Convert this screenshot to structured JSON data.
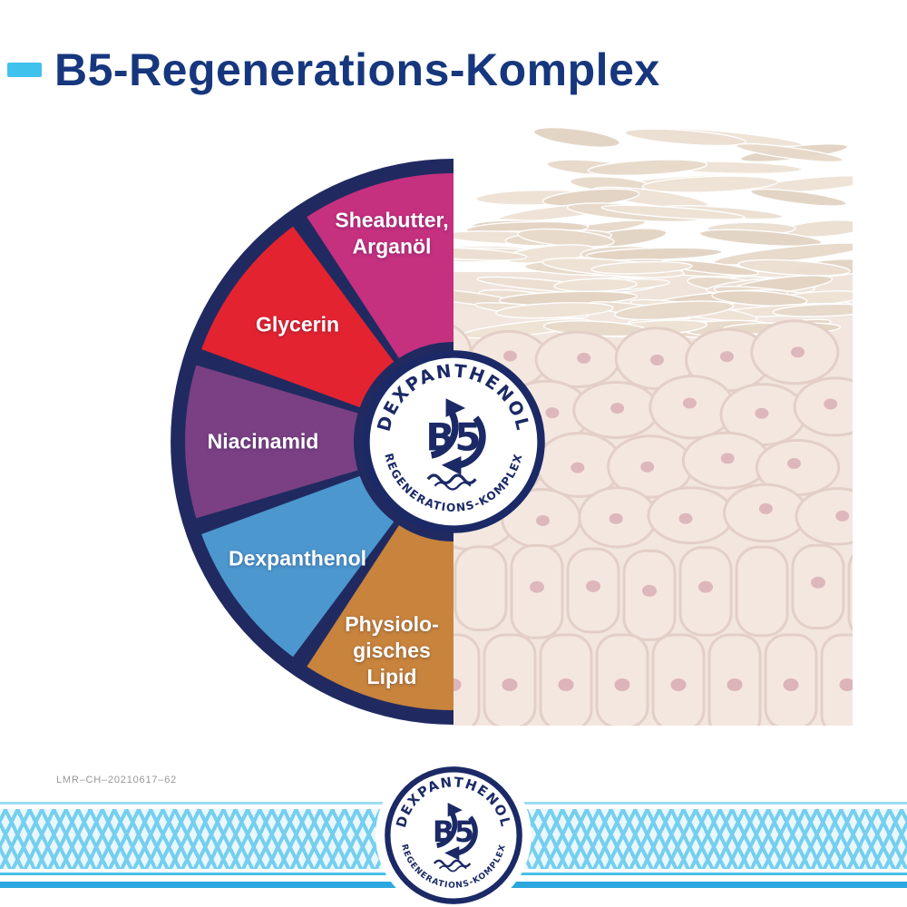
{
  "header": {
    "title": "B5-Regenerations-Komplex",
    "title_color": "#16377E",
    "accent_color": "#41C2ED"
  },
  "wheel": {
    "ring_color": "#202A60",
    "label_color": "#FFFFFF",
    "segments": [
      {
        "id": "sheabutter-arganoel",
        "label_lines": [
          "Sheabutter,",
          "Arganöl"
        ],
        "color": "#C5307F"
      },
      {
        "id": "glycerin",
        "label_lines": [
          "Glycerin"
        ],
        "color": "#E32330"
      },
      {
        "id": "niacinamid",
        "label_lines": [
          "Niacinamid"
        ],
        "color": "#7B4084"
      },
      {
        "id": "dexpanthenol",
        "label_lines": [
          "Dexpanthenol"
        ],
        "color": "#4C97CE"
      },
      {
        "id": "physiologisches-lipid",
        "label_lines": [
          "Physiolo-",
          "gisches",
          "Lipid"
        ],
        "color": "#C8833C"
      }
    ]
  },
  "badge": {
    "top_text": "DEXPANTHENOL",
    "center_text": "B5",
    "bottom_text": "REGENERATIONS-KOMPLEX",
    "navy": "#1B2A66"
  },
  "skin": {
    "base_color": "#F2E6DF",
    "cell_fill": "#F4E7E0",
    "cell_stroke": "#E3CFC7",
    "nucleus_color": "#D9AEB6",
    "flake_colors": [
      "#E8DACB",
      "#EFE3D6",
      "#E3D4C4",
      "#ECDFD2"
    ]
  },
  "footer": {
    "code": "LMR–CH–20210617–62",
    "band_line_color": "#2AA7DE",
    "band_lattice_color": "#74CFF0"
  }
}
